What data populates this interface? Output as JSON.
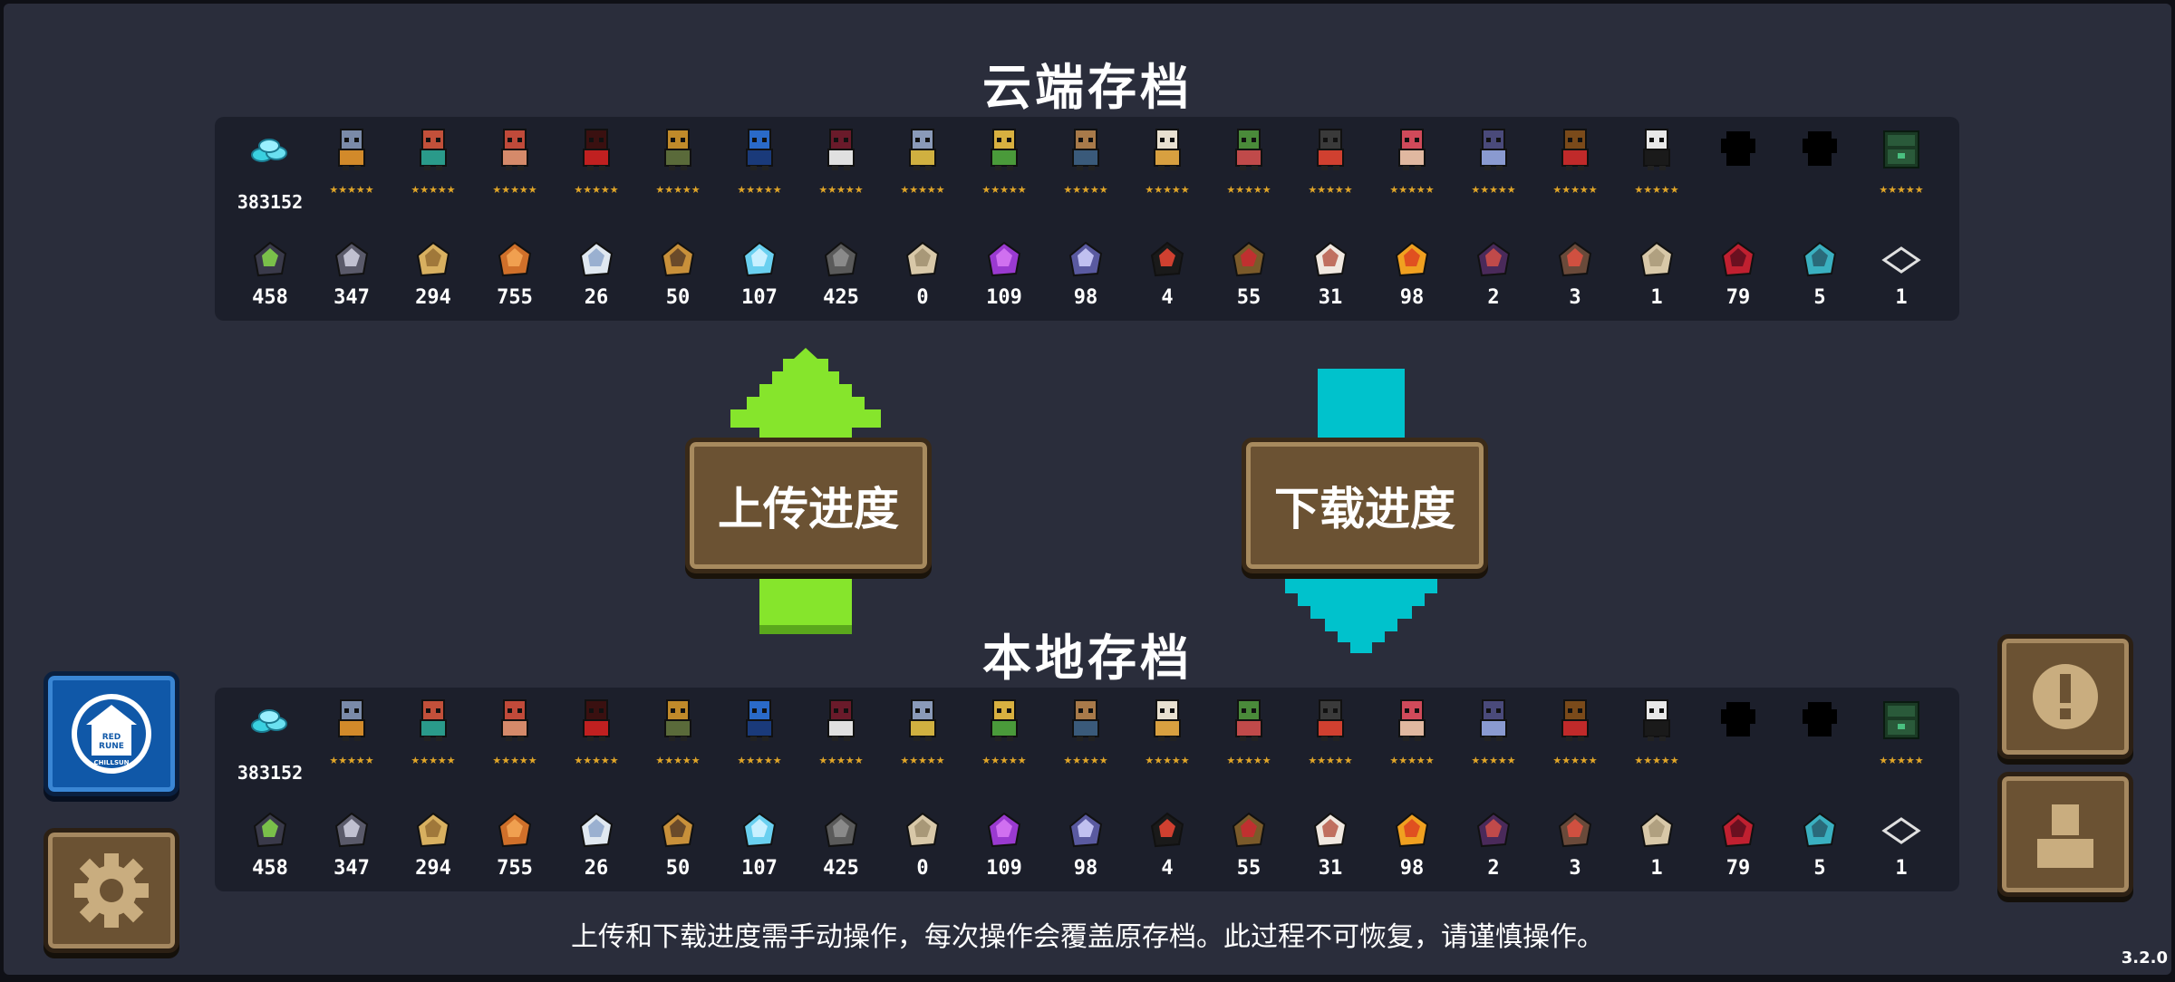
{
  "cloud": {
    "title": "云端存档"
  },
  "local": {
    "title": "本地存档"
  },
  "gems": {
    "value": "383152",
    "icon": "gem-currency-icon"
  },
  "characters": [
    {
      "name": "knight-icon",
      "color": "#7a8aa8",
      "accent": "#d28a2a",
      "stars": "★★★★★"
    },
    {
      "name": "rogue-icon",
      "color": "#c2503a",
      "accent": "#2a9a8a",
      "stars": "★★★★★"
    },
    {
      "name": "wizard-icon",
      "color": "#c04a3a",
      "accent": "#d58a6a",
      "stars": "★★★★★"
    },
    {
      "name": "assassin-icon",
      "color": "#3a1010",
      "accent": "#c02020",
      "stars": "★★★★★"
    },
    {
      "name": "engineer-icon",
      "color": "#c08a2a",
      "accent": "#5a6a3a",
      "stars": "★★★★★"
    },
    {
      "name": "alchemist-icon",
      "color": "#2a6ac8",
      "accent": "#1a3a7a",
      "stars": "★★★★★"
    },
    {
      "name": "vampire-icon",
      "color": "#6a1a2a",
      "accent": "#e0e0e0",
      "stars": "★★★★★"
    },
    {
      "name": "paladin-icon",
      "color": "#8a9ab8",
      "accent": "#d0b040",
      "stars": "★★★★★"
    },
    {
      "name": "elf-icon",
      "color": "#d8b040",
      "accent": "#4a9a3a",
      "stars": "★★★★★"
    },
    {
      "name": "werewolf-icon",
      "color": "#a87a4a",
      "accent": "#3a5a7a",
      "stars": "★★★★★"
    },
    {
      "name": "priest-icon",
      "color": "#e8e0d0",
      "accent": "#d8a040",
      "stars": "★★★★★"
    },
    {
      "name": "druid-icon",
      "color": "#4a8a3a",
      "accent": "#c04a4a",
      "stars": "★★★★★"
    },
    {
      "name": "robot-icon",
      "color": "#3a3a3a",
      "accent": "#d04030",
      "stars": "★★★★★"
    },
    {
      "name": "berserker-icon",
      "color": "#d04a5a",
      "accent": "#e0b8a0",
      "stars": "★★★★★"
    },
    {
      "name": "necromancer-icon",
      "color": "#4a4a7a",
      "accent": "#8a9ad0",
      "stars": "★★★★★"
    },
    {
      "name": "officer-icon",
      "color": "#7a4a1a",
      "accent": "#c02a2a",
      "stars": "★★★★★"
    },
    {
      "name": "taoist-icon",
      "color": "#e8e8e8",
      "accent": "#1a1a1a",
      "stars": "★★★★★"
    },
    {
      "name": "locked-character-icon",
      "color": "#000000",
      "accent": "#000000",
      "stars": ""
    },
    {
      "name": "locked-character-icon",
      "color": "#000000",
      "accent": "#000000",
      "stars": ""
    },
    {
      "name": "chest-icon",
      "color": "#2a5a3a",
      "accent": "#4ac080",
      "stars": "★★★★★"
    }
  ],
  "materials": [
    {
      "name": "battery-icon",
      "color": "#3a3a4a",
      "accent": "#7ac04a",
      "count": "458"
    },
    {
      "name": "ore-icon",
      "color": "#5a5a6a",
      "accent": "#c0c0d0",
      "count": "347"
    },
    {
      "name": "wood-plank-icon",
      "color": "#d8b060",
      "accent": "#a0783a",
      "count": "294"
    },
    {
      "name": "copper-ore-icon",
      "color": "#d0702a",
      "accent": "#f0a050",
      "count": "755"
    },
    {
      "name": "feather-icon",
      "color": "#e0e8f0",
      "accent": "#9ab0d0",
      "count": "26"
    },
    {
      "name": "horn-icon",
      "color": "#c8903a",
      "accent": "#6a4a2a",
      "count": "50"
    },
    {
      "name": "ice-crystal-icon",
      "color": "#6ad0f0",
      "accent": "#c8f0ff",
      "count": "107"
    },
    {
      "name": "gear-part-icon",
      "color": "#5a5a5a",
      "accent": "#8a8a8a",
      "count": "425"
    },
    {
      "name": "scroll-icon",
      "color": "#d8c8a8",
      "accent": "#a89878",
      "count": "0"
    },
    {
      "name": "purple-crystal-icon",
      "color": "#9a3ad0",
      "accent": "#d070f0",
      "count": "109"
    },
    {
      "name": "dark-crystal-icon",
      "color": "#5a5aa0",
      "accent": "#c0c0f0",
      "count": "98"
    },
    {
      "name": "circuit-icon",
      "color": "#1a1a1a",
      "accent": "#d04030",
      "count": "4"
    },
    {
      "name": "boot-icon",
      "color": "#7a5a2a",
      "accent": "#c03030",
      "count": "55"
    },
    {
      "name": "cotton-icon",
      "color": "#f0e8e0",
      "accent": "#c07060",
      "count": "31"
    },
    {
      "name": "star-shard-icon",
      "color": "#f0a020",
      "accent": "#e05020",
      "count": "98"
    },
    {
      "name": "phone-icon",
      "color": "#4a2a5a",
      "accent": "#c04a4a",
      "count": "2"
    },
    {
      "name": "radio-icon",
      "color": "#6a4a3a",
      "accent": "#d05040",
      "count": "3"
    },
    {
      "name": "paper-icon",
      "color": "#d8c8a8",
      "accent": "#b0a080",
      "count": "1"
    },
    {
      "name": "red-leaf-icon",
      "color": "#c02030",
      "accent": "#6a1020",
      "count": "79"
    },
    {
      "name": "cyan-armor-icon",
      "color": "#3ab0c0",
      "accent": "#2a6a7a",
      "count": "5"
    },
    {
      "name": "diamond-outline-icon",
      "color": "#1c1f2b",
      "accent": "#e0e0e0",
      "count": "1"
    }
  ],
  "buttons": {
    "upload": "上传进度",
    "download": "下载进度"
  },
  "colors": {
    "upload_arrow": "#86e52c",
    "download_arrow": "#00c2cc",
    "sign_wood": "#6b5233",
    "background": "#2a2d3b",
    "panel": "#1c1f2b",
    "star": "#e0a528"
  },
  "side": {
    "account_logo": "logo-icon",
    "logo_text_lines": [
      "RED",
      "RUNE",
      "CHILLSUN"
    ],
    "settings": "settings-gear-icon",
    "notice": "exclamation-icon",
    "profile": "profile-icon"
  },
  "footer": {
    "note": "上传和下载进度需手动操作，每次操作会覆盖原存档。此过程不可恢复，请谨慎操作。"
  },
  "version": "3.2.0"
}
